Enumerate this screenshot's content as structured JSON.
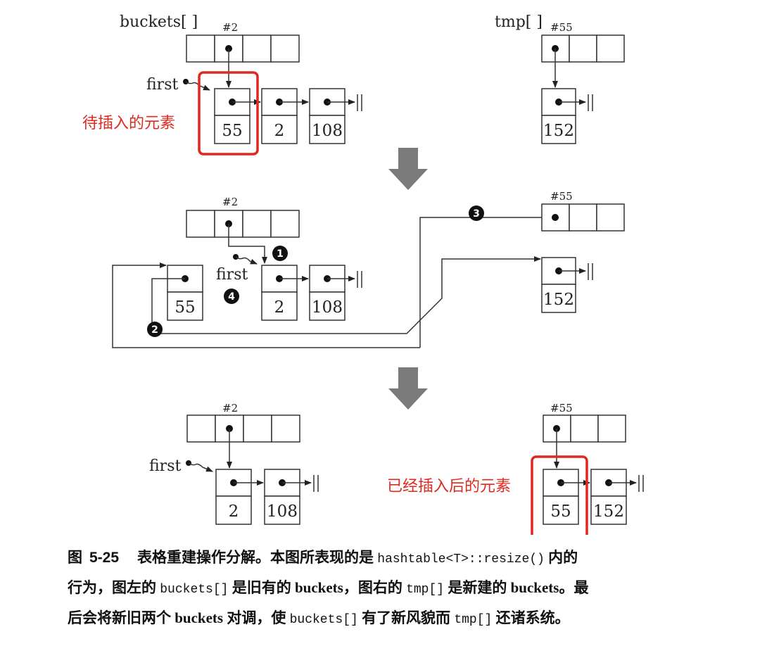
{
  "diagram": {
    "labels": {
      "buckets": "buckets[ ]",
      "tmp": "tmp[ ]",
      "bucket_2": "#2",
      "bucket_55": "#55",
      "first": "first"
    },
    "values": {
      "v55": "55",
      "v2": "2",
      "v108": "108",
      "v152": "152"
    },
    "notes": {
      "to_insert": "待插入的元素",
      "inserted": "已经插入后的元素"
    },
    "steps": [
      "1",
      "2",
      "3",
      "4"
    ]
  },
  "caption": {
    "fig_label": "图",
    "fig_number": "5-25",
    "line1_a": "表格重建操作分解。本图所表现的是",
    "code_resize": "hashtable<T>::resize()",
    "line1_b": "内的",
    "line2_a": "行为，图左的",
    "code_buckets": "buckets[]",
    "line2_b": "是旧有的 buckets，图右的",
    "code_tmp": "tmp[]",
    "line2_c": "是新建的 buckets。最",
    "line3_a": "后会将新旧两个 buckets 对调，使",
    "line3_b": "有了新风貌而",
    "line3_c": "还诸系统。"
  },
  "colors": {
    "highlight": "#e0281e",
    "big_arrow": "#7a7a7a"
  }
}
